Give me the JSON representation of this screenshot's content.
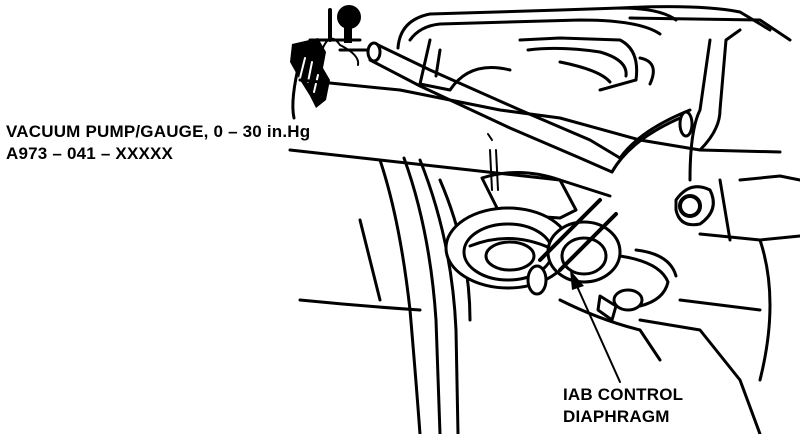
{
  "labels": {
    "pump_line1": "VACUUM PUMP/GAUGE, 0 – 30 in.Hg",
    "pump_line2": "A973 – 041 – XXXXX",
    "diaphragm_line1": "IAB CONTROL",
    "diaphragm_line2": "DIAPHRAGM"
  },
  "colors": {
    "ink": "#000000",
    "paper": "#ffffff"
  }
}
